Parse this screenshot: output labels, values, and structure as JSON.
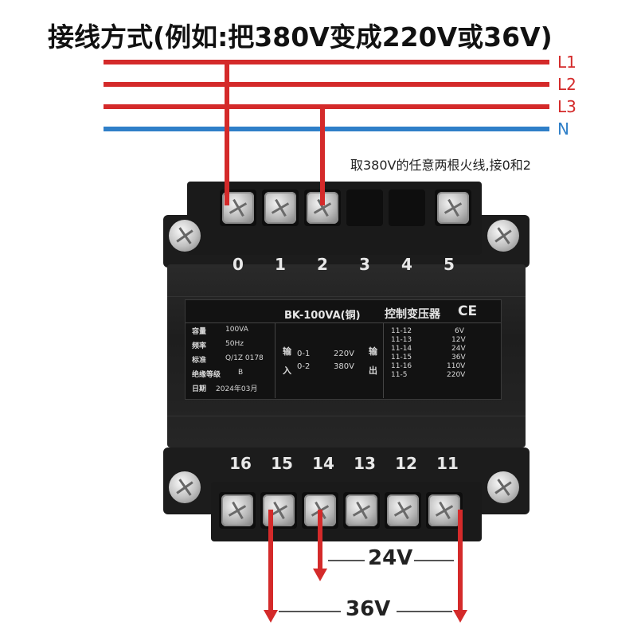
{
  "title": "接线方式(例如:把380V变成220V或36V)",
  "lines": [
    {
      "label": "L1",
      "color": "#d42a2a"
    },
    {
      "label": "L2",
      "color": "#d42a2a"
    },
    {
      "label": "L3",
      "color": "#d42a2a"
    },
    {
      "label": "N",
      "color": "#2f7fc8"
    }
  ],
  "note": "取380V的任意两根火线,接0和2",
  "top_terminals": [
    "0",
    "1",
    "2",
    "3",
    "4",
    "5"
  ],
  "bottom_terminals": [
    "16",
    "15",
    "14",
    "13",
    "12",
    "11"
  ],
  "plate": {
    "model": "BK-100VA(铜)",
    "kind": "控制变压器",
    "mark": "CE",
    "brand": "",
    "specs": [
      {
        "key": "容量",
        "value": "100VA"
      },
      {
        "key": "频率",
        "value": "50Hz"
      },
      {
        "key": "标准",
        "value": "Q/1Z 0178"
      },
      {
        "key": "绝缘等级",
        "value": "B"
      },
      {
        "key": "日期",
        "value": "2024年03月"
      }
    ],
    "input_label_1": "输",
    "input_label_2": "入",
    "inputs": [
      {
        "terminals": "0-1",
        "voltage": "220V"
      },
      {
        "terminals": "0-2",
        "voltage": "380V"
      }
    ],
    "output_label_1": "输",
    "output_label_2": "出",
    "outputs": [
      {
        "terminals": "11-12",
        "voltage": "6V"
      },
      {
        "terminals": "11-13",
        "voltage": "12V"
      },
      {
        "terminals": "11-14",
        "voltage": "24V"
      },
      {
        "terminals": "11-15",
        "voltage": "36V"
      },
      {
        "terminals": "11-16",
        "voltage": "110V"
      },
      {
        "terminals": "11-5",
        "voltage": "220V"
      }
    ]
  },
  "dims": [
    {
      "label": "24V"
    },
    {
      "label": "36V"
    }
  ]
}
